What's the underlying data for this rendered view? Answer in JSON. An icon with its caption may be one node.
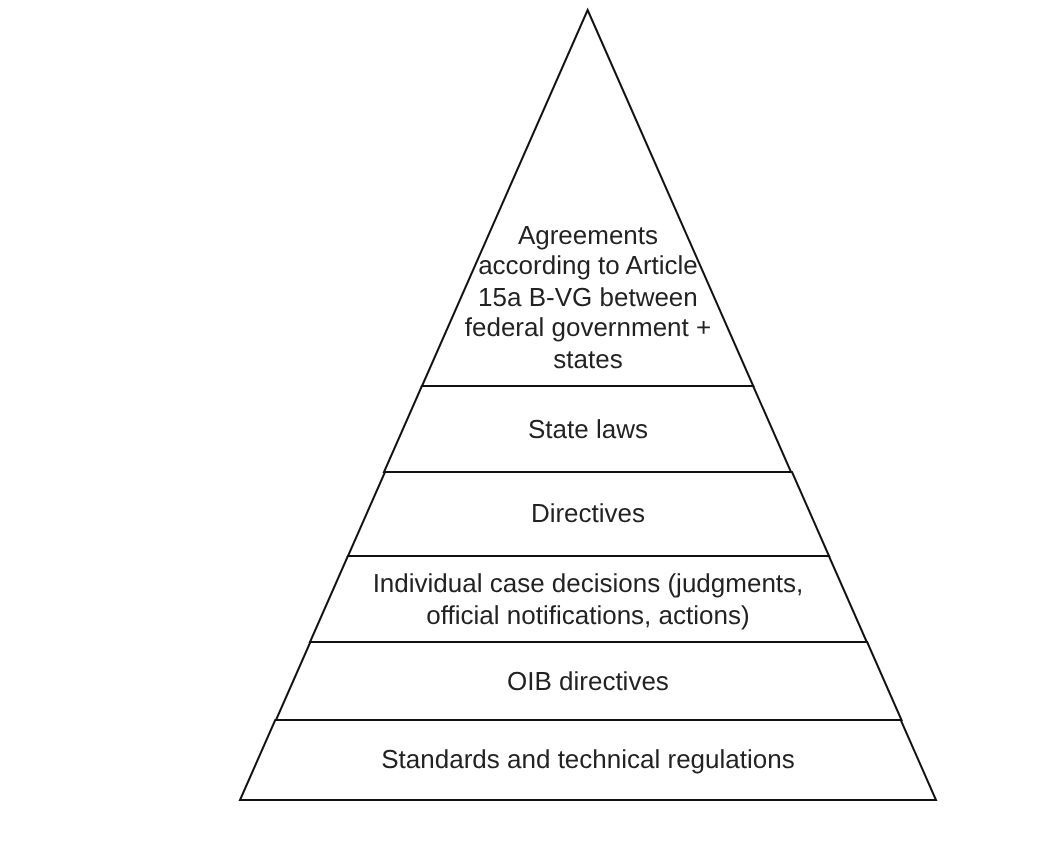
{
  "diagram": {
    "nodes": [
      {
        "text": [
          "Agreements according to Article 15a B-VG between federal government + states"
        ]
      },
      {
        "text": [
          "State laws"
        ]
      },
      {
        "text": [
          "Directives"
        ]
      },
      {
        "text": [
          "Individual case decisions (judgments, official notifications, actions)"
        ]
      },
      {
        "text": [
          "OIB directives"
        ]
      },
      {
        "text": [
          "Standards and technical regulations"
        ]
      }
    ]
  }
}
